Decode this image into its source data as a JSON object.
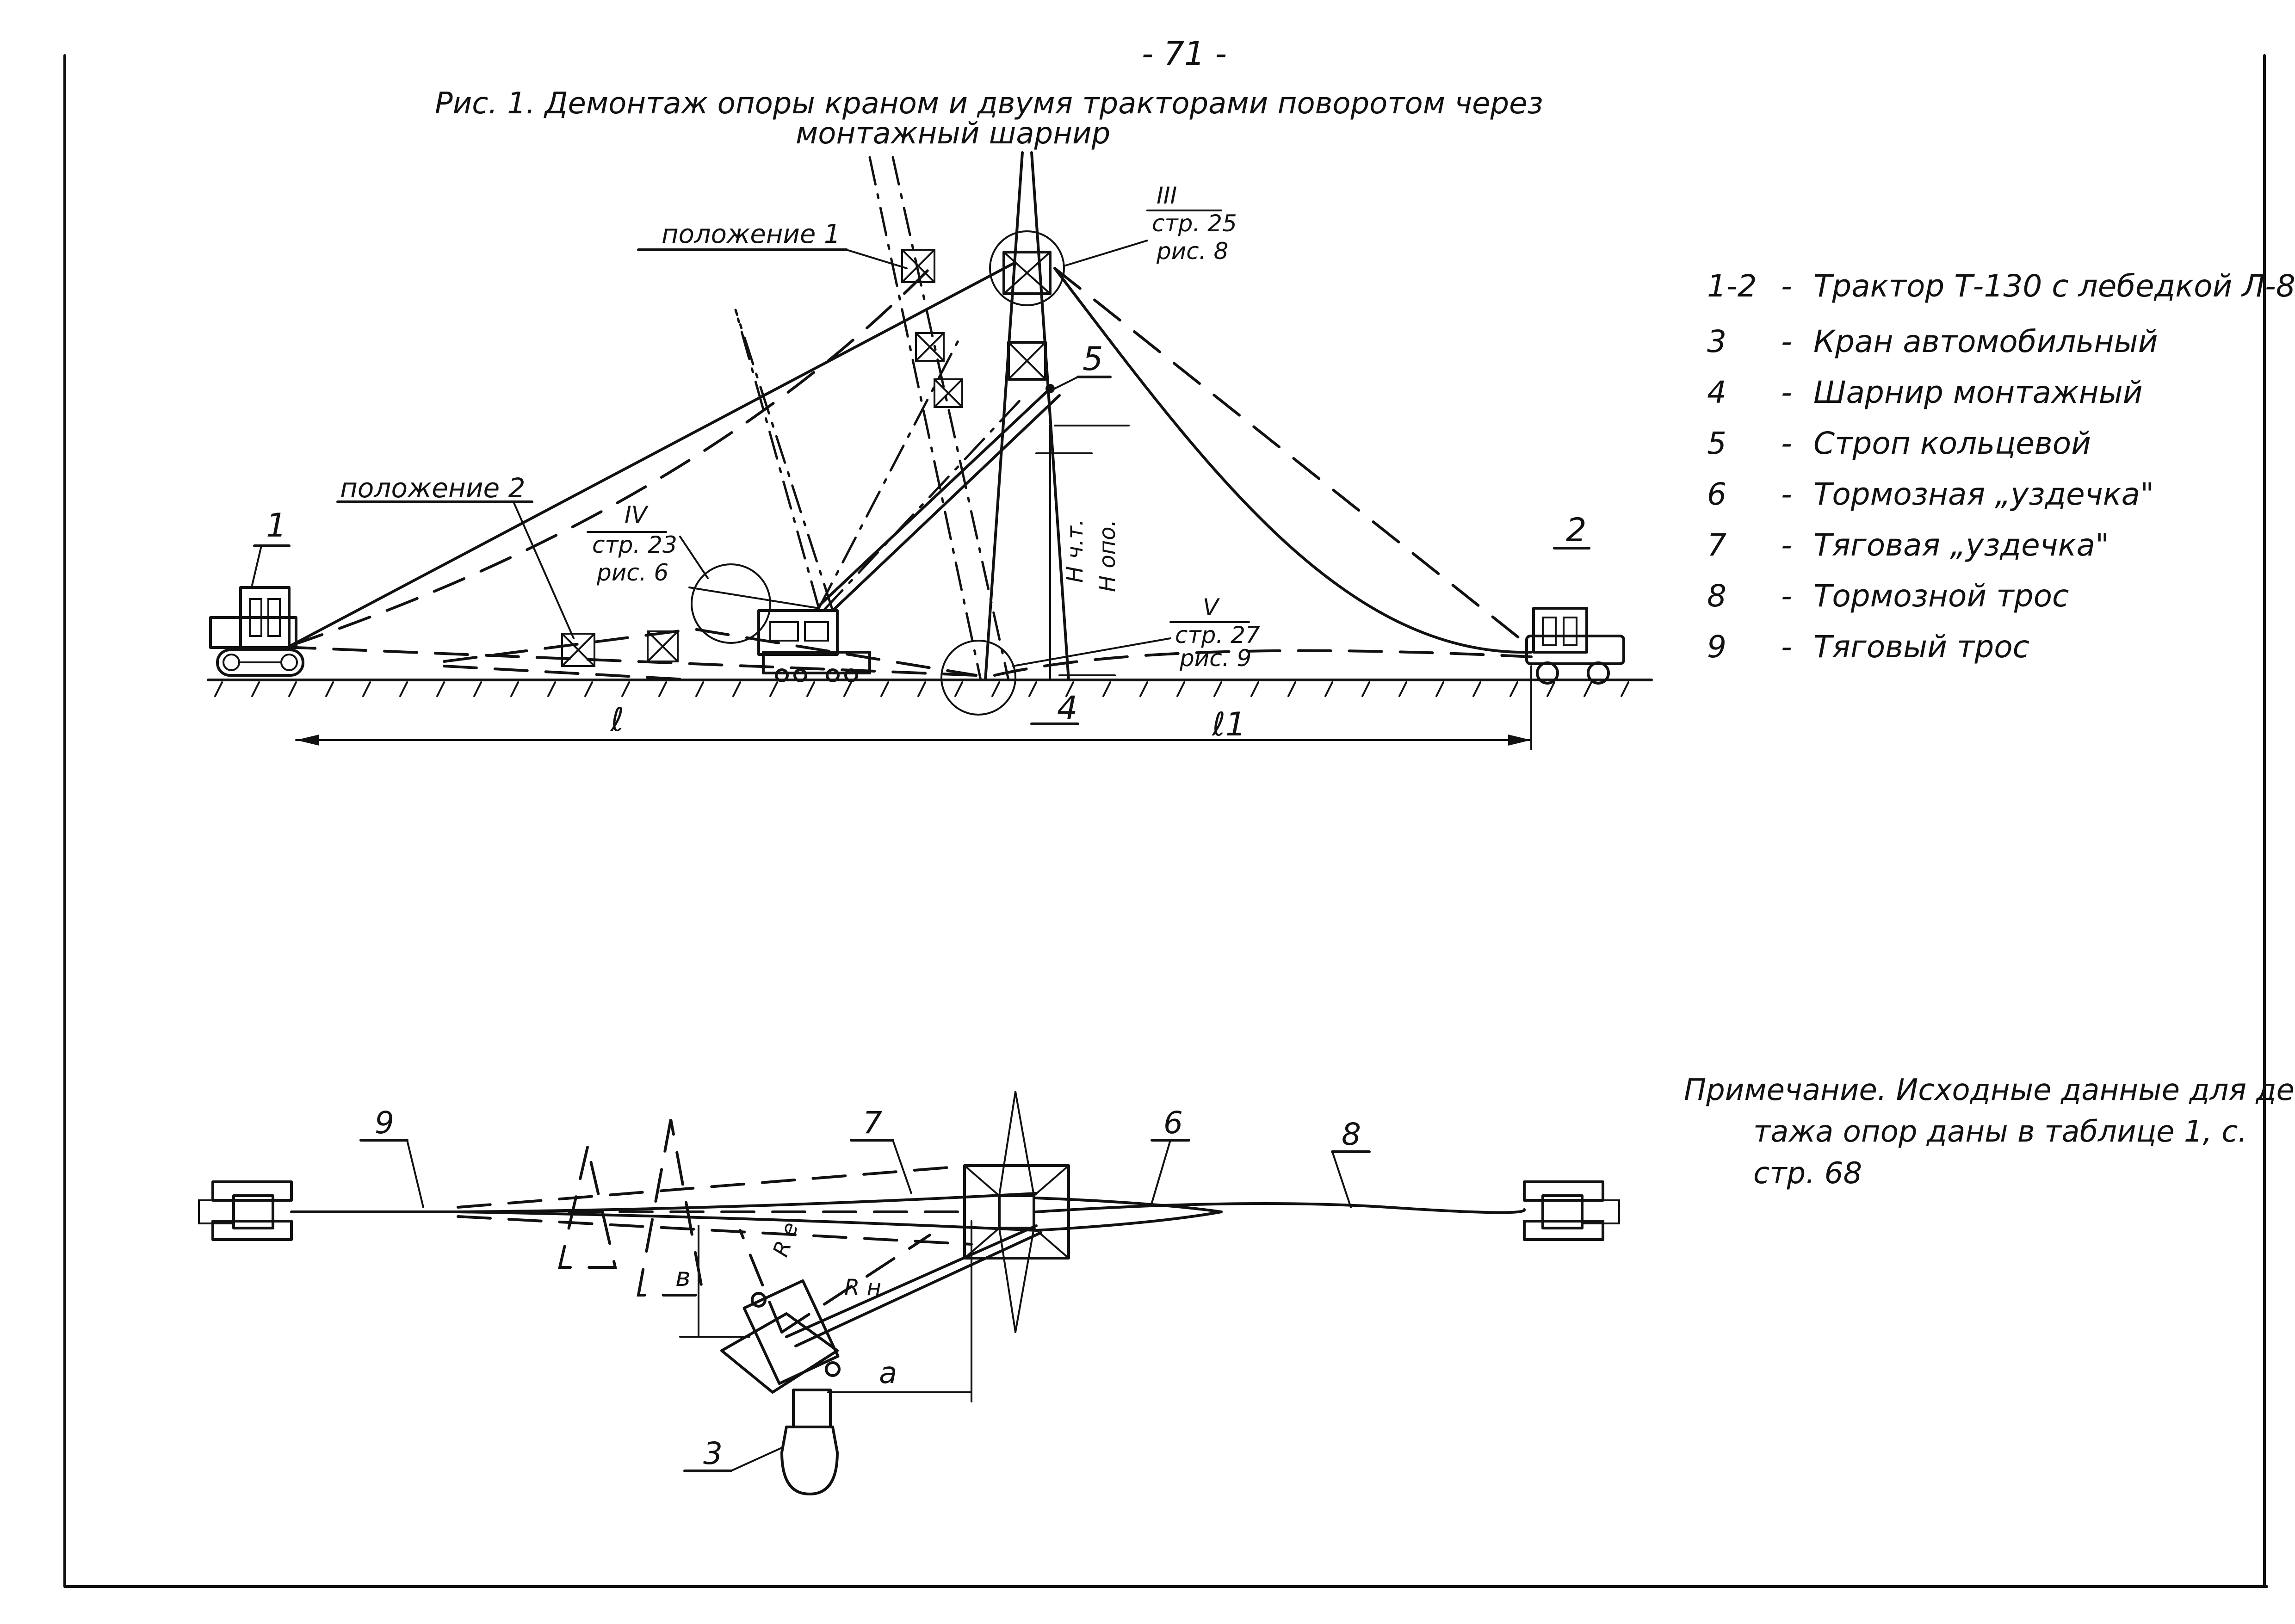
{
  "page": {
    "page_number": "- 71 -",
    "title_line1": "Рис. 1. Демонтаж опоры  краном и двумя тракторами поворотом через",
    "title_line2": "монтажный шарнир"
  },
  "elevation_labels": {
    "position1": "положение 1",
    "position2": "положение 2",
    "tractor1": "1",
    "tractor2": "2",
    "sling": "5",
    "hinge": "4",
    "dim_l": "ℓ",
    "dim_l1": "ℓ1",
    "h_tower": "Н ч.т.",
    "h_support": "Н опо.",
    "ref_iii": {
      "num": "III",
      "page": "стр. 25",
      "fig": "рис. 8"
    },
    "ref_iv": {
      "num": "IV",
      "page": "стр. 23",
      "fig": "рис. 6"
    },
    "ref_v": {
      "num": "V",
      "page": "стр. 27",
      "fig": "рис. 9"
    }
  },
  "plan_labels": {
    "pull_rope": "9",
    "pull_bridle": "7",
    "brake_bridle": "6",
    "brake_rope": "8",
    "crane": "3",
    "dim_a": "а",
    "dim_b": "в",
    "radius_e": "R е",
    "radius_h": "R н"
  },
  "legend": [
    {
      "num": "1-2",
      "text": "Трактор Т-130 с лебедкой  Л-8"
    },
    {
      "num": "3",
      "text": "Кран автомобильный"
    },
    {
      "num": "4",
      "text": "Шарнир монтажный"
    },
    {
      "num": "5",
      "text": "Строп кольцевой"
    },
    {
      "num": "6",
      "text": "Тормозная „уздечка\""
    },
    {
      "num": "7",
      "text": "Тяговая „уздечка\""
    },
    {
      "num": "8",
      "text": "Тормозной трос"
    },
    {
      "num": "9",
      "text": "Тяговый трос"
    }
  ],
  "note": {
    "line1": "Примечание. Исходные данные для демон-",
    "line2": "тажа   опор даны в таблице 1, с.",
    "line3": "стр. 68"
  }
}
